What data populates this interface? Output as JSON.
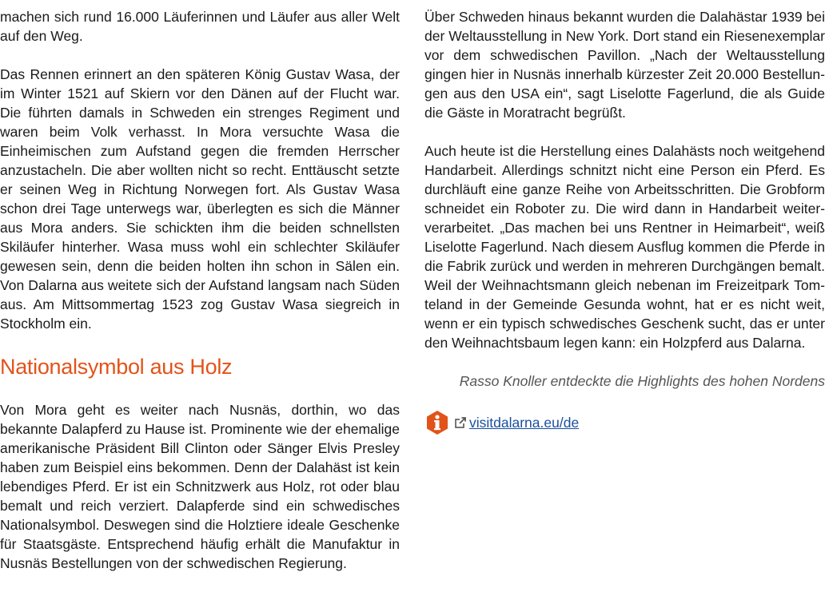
{
  "left": {
    "p1": "machen sich rund 16.000 Läuferinnen und Läufer aus aller Welt auf den Weg.",
    "p2": "Das Rennen erinnert an den späteren König Gustav Wasa, der im Winter 1521 auf Skiern vor den Dänen auf der Flucht war. Die führten damals in Schweden ein strenges Regiment und waren beim Volk verhasst. In Mora versuchte Wasa die Einheimischen zum Aufstand gegen die fremden Herrscher anzustacheln. Die aber wollten nicht so recht. Enttäuscht setzte er seinen Weg in Richtung Norwegen fort. Als Gustav Wasa schon drei Tage unterwegs war, überlegten es sich die Männer aus Mora anders. Sie schickten ihm die beiden schnellsten Skiläufer hinterher. Wasa muss wohl ein schlechter Skiläufer gewesen sein, denn die beiden holten ihn schon in Sälen ein. Von Dalarna aus weitete sich der Aufstand langsam nach Süden aus. Am Mittsommertag 1523 zog Gustav Wasa siegreich in Stockholm ein.",
    "heading": "Nationalsymbol aus Holz",
    "p3": "Von Mora geht es weiter nach Nusnäs, dorthin, wo das bekannte Dalapferd zu Hause ist. Prominente wie der ehemalige amerika­nische Präsident Bill Clinton oder Sänger Elvis Presley haben zum Beispiel eins bekommen. Denn der Dalahäst ist kein lebendiges Pferd. Er ist ein Schnitzwerk aus Holz, rot oder blau bemalt und reich verziert. Dalapferde sind ein schwedisches Nationalsymbol. Deswegen sind die Holztiere ideale Geschenke für Staatsgäste. Entsprechend häufig erhält die Manufaktur in Nusnäs Bestellun­gen von der schwedischen Regierung."
  },
  "right": {
    "p1": "Über Schweden hinaus bekannt wurden die Dalahästar 1939 bei der Weltausstellung in New York. Dort stand ein Riesenexemp­lar vor dem schwedischen Pavillon. „Nach der Weltausstellung gingen hier in Nusnäs innerhalb kürzester Zeit 20.000 Bestellun­gen aus den USA ein“, sagt Liselotte Fagerlund, die als Guide die Gäste in Moratracht begrüßt.",
    "p2": "Auch heute ist die Herstellung eines Dalahästs noch weitgehend Handarbeit. Allerdings schnitzt nicht eine Person ein Pferd. Es durchläuft eine ganze Reihe von Arbeitsschritten. Die Grobform schneidet ein Roboter zu. Die wird dann in Handarbeit weiter­verarbeitet. „Das machen bei uns Rentner in Heimarbeit“, weiß Liselotte Fagerlund. Nach diesem Ausflug kommen die Pferde in die Fabrik zurück und werden in mehreren Durchgängen bemalt. Weil der Weihnachtsmann gleich nebenan im Freizeitpark Tom­teland in der Gemeinde Gesunda wohnt, hat er es nicht weit, wenn er ein typisch schwedisches Geschenk sucht, das er unter den Weihnachtsbaum legen kann: ein Holzpferd aus Dalarna.",
    "author": "Rasso Knoller entdeckte die Highlights des hohen Nordens",
    "link": "visitdalarna.eu/de"
  },
  "icons": {
    "info": "info-icon",
    "external": "external-link-icon"
  },
  "colors": {
    "heading": "#e2531a",
    "info_badge": "#e2531a",
    "link": "#1a4fa0"
  }
}
